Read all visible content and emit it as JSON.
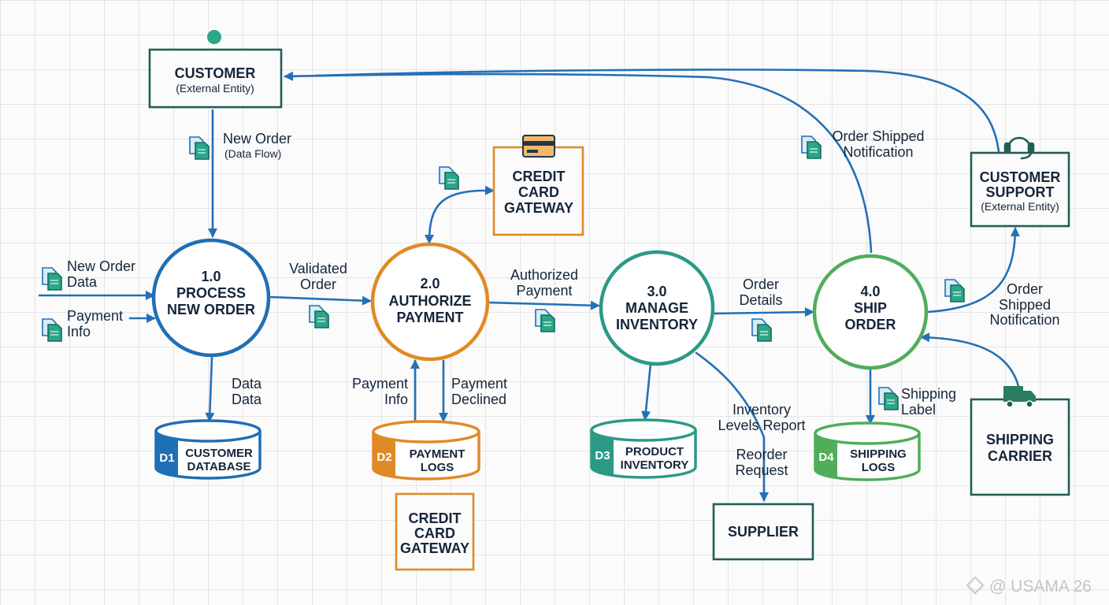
{
  "colors": {
    "blue": "#1f6fb4",
    "orange": "#e08a25",
    "teal": "#2a9a86",
    "green": "#50ad5a",
    "dark_teal": "#215e57",
    "text": "#15263a",
    "arrow": "#2370b8"
  },
  "entities": {
    "customer": {
      "title": "CUSTOMER",
      "subtitle": "(External Entity)",
      "icon": "user-icon"
    },
    "credit_gateway_top": {
      "lines": [
        "CREDIT",
        "CARD",
        "GATEWAY"
      ],
      "icon": "credit-card-icon"
    },
    "customer_support": {
      "lines": [
        "CUSTOMER",
        "SUPPORT"
      ],
      "subtitle": "(External Entity)",
      "icon": "headset-icon"
    },
    "credit_gateway_bottom": {
      "lines": [
        "CREDIT",
        "CARD",
        "GATEWAY"
      ]
    },
    "supplier": {
      "title": "SUPPLIER"
    },
    "shipping_carrier": {
      "lines": [
        "SHIPPING",
        "CARRIER"
      ],
      "icon": "truck-icon"
    }
  },
  "processes": [
    {
      "id": "1.0",
      "lines": [
        "PROCESS",
        "NEW ORDER"
      ]
    },
    {
      "id": "2.0",
      "lines": [
        "AUTHORIZE",
        "PAYMENT"
      ]
    },
    {
      "id": "3.0",
      "lines": [
        "MANAGE",
        "INVENTORY"
      ]
    },
    {
      "id": "4.0",
      "lines": [
        "SHIP",
        "ORDER"
      ]
    }
  ],
  "stores": [
    {
      "code": "D1",
      "lines": [
        "CUSTOMER",
        "DATABASE"
      ]
    },
    {
      "code": "D2",
      "lines": [
        "PAYMENT",
        "LOGS"
      ]
    },
    {
      "code": "D3",
      "lines": [
        "PRODUCT",
        "INVENTORY"
      ]
    },
    {
      "code": "D4",
      "lines": [
        "SHIPPING",
        "LOGS"
      ]
    }
  ],
  "flows": {
    "new_order": [
      "New Order"
    ],
    "new_order_sub": "(Data Flow)",
    "new_order_data": [
      "New Order",
      "Data"
    ],
    "payment_info_in": [
      "Payment",
      "Info"
    ],
    "validated_order": [
      "Validated",
      "Order"
    ],
    "data_data": [
      "Data",
      "Data"
    ],
    "payment_info_d2": [
      "Payment",
      "Info"
    ],
    "payment_declined": [
      "Payment",
      "Declined"
    ],
    "authorized_payment": [
      "Authorized",
      "Payment"
    ],
    "order_details": [
      "Order",
      "Details"
    ],
    "inventory_report": [
      "Inventory",
      "Levels Report"
    ],
    "reorder_request": [
      "Reorder",
      "Request"
    ],
    "order_shipped_top": [
      "Order Shipped",
      "Notification"
    ],
    "order_shipped_right": [
      "Order",
      "Shipped",
      "Notification"
    ],
    "shipping_label": [
      "Shipping",
      "Label"
    ]
  },
  "watermark": "@ USAMA 26"
}
